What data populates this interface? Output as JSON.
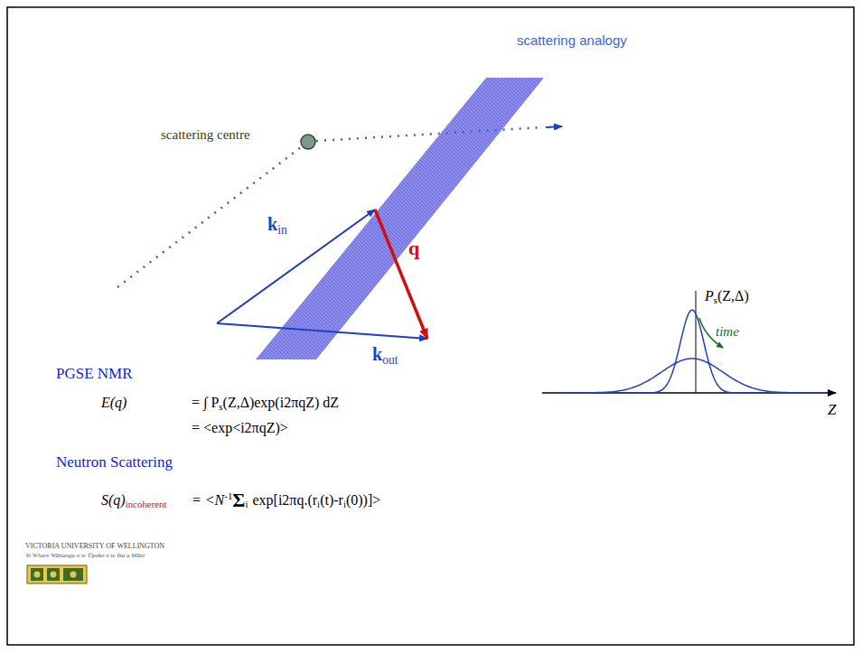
{
  "diagram": {
    "title": "scattering analogy",
    "labels": [
      "scattering centre",
      "k",
      "in",
      "q",
      "k",
      "out",
      "P",
      "s",
      "(Z,Δ)",
      "time",
      "Z",
      "PGSE NMR",
      "E(q)",
      "= ∫ P",
      "s",
      "(Z,Δ)exp(i2πqZ) dZ",
      "= <exp<i2πqZ)>",
      "Neutron Scattering",
      "S(q)",
      "incoherent",
      "= <N",
      "-1",
      "Σ",
      "i",
      "exp[i2πq.(r",
      "i",
      "(t)-r",
      "i",
      "(0))]>",
      "VICTORIA UNIVERSITY OF WELLINGTON",
      "Te Whare Wānanga o te Ūpoko o te Ika a Māui"
    ]
  }
}
